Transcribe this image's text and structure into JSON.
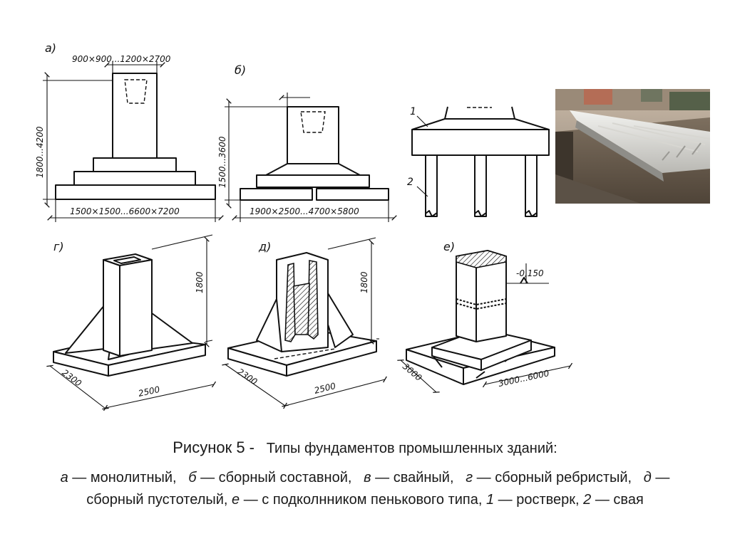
{
  "figure": {
    "labels": {
      "a": "а)",
      "b": "б)",
      "v_item1": "1",
      "v_item2": "2",
      "g": "г)",
      "d": "д)",
      "e": "е)"
    },
    "dimensions": {
      "a_top": "900×900...1200×2700",
      "a_height": "1800...4200",
      "a_bottom": "1500×1500...6600×7200",
      "b_height": "1500...3600",
      "b_bottom": "1900×2500...4700×5800",
      "g_height": "1800",
      "g_depth": "2300",
      "g_width": "2500",
      "d_height": "1800",
      "d_depth": "2300",
      "d_width": "2500",
      "e_level": "-0,150",
      "e_depth": "3000",
      "e_width": "3000...6000"
    }
  },
  "photo": {
    "description_icon": "precast-piles-photo"
  },
  "caption": {
    "title_lead": "Рисунок 5 -",
    "title_rest": "Типы фундаментов промышленных зданий:",
    "items": [
      {
        "key": "а",
        "text": "монолитный,"
      },
      {
        "key": "б",
        "text": "сборный составной,"
      },
      {
        "key": "в",
        "text": "свайный,"
      },
      {
        "key": "г",
        "text": "сборный ребристый,"
      },
      {
        "key": "д",
        "text": "сборный пустотелый,"
      },
      {
        "key": "е",
        "text": "с подколнником пенькового типа,"
      },
      {
        "key": "1",
        "text": "ростверк,"
      },
      {
        "key": "2",
        "text": "свая"
      }
    ]
  }
}
